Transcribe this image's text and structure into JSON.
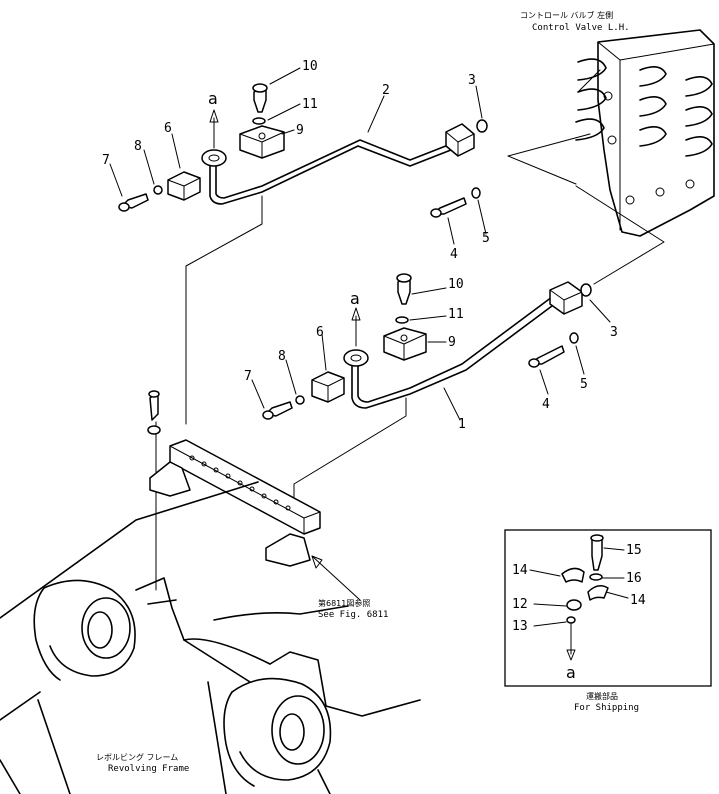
{
  "annotations": {
    "control_valve_jp": "コントロール バルブ 左側",
    "control_valve_en": "Control Valve L.H.",
    "see_fig_jp": "第6811図参照",
    "see_fig_en": "See Fig. 6811",
    "revolving_frame_jp": "レボルビング フレーム",
    "revolving_frame_en": "Revolving Frame",
    "shipping_jp": "運搬部品",
    "shipping_en": "For Shipping"
  },
  "callouts": {
    "a_top": "a",
    "a_mid": "a",
    "a_inset": "a",
    "n10_top": "10",
    "n11_top": "11",
    "n9_top": "9",
    "n2": "2",
    "n3_top": "3",
    "n6_top": "6",
    "n8_top": "8",
    "n7_top": "7",
    "n4_top": "4",
    "n5_top": "5",
    "n10_mid": "10",
    "n11_mid": "11",
    "n9_mid": "9",
    "n6_mid": "6",
    "n8_mid": "8",
    "n7_mid": "7",
    "n3_mid": "3",
    "n5_mid": "5",
    "n4_mid": "4",
    "n1": "1",
    "n15": "15",
    "n16": "16",
    "n14_left": "14",
    "n14_right": "14",
    "n12": "12",
    "n13": "13"
  }
}
